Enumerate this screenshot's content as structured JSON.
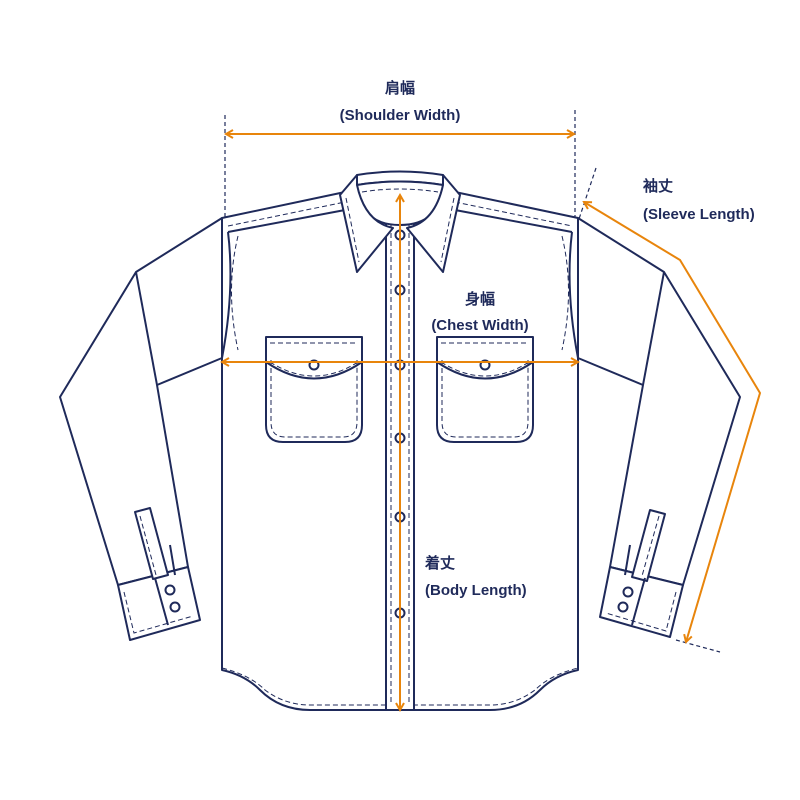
{
  "labels": {
    "shoulder": {
      "jp": "肩幅",
      "en": "(Shoulder Width)"
    },
    "sleeve": {
      "jp": "袖丈",
      "en": "(Sleeve Length)"
    },
    "chest": {
      "jp": "身幅",
      "en": "(Chest Width)"
    },
    "body": {
      "jp": "着丈",
      "en": "(Body Length)"
    }
  },
  "colors": {
    "outline": "#1f2a5a",
    "measure": "#e8850c"
  }
}
